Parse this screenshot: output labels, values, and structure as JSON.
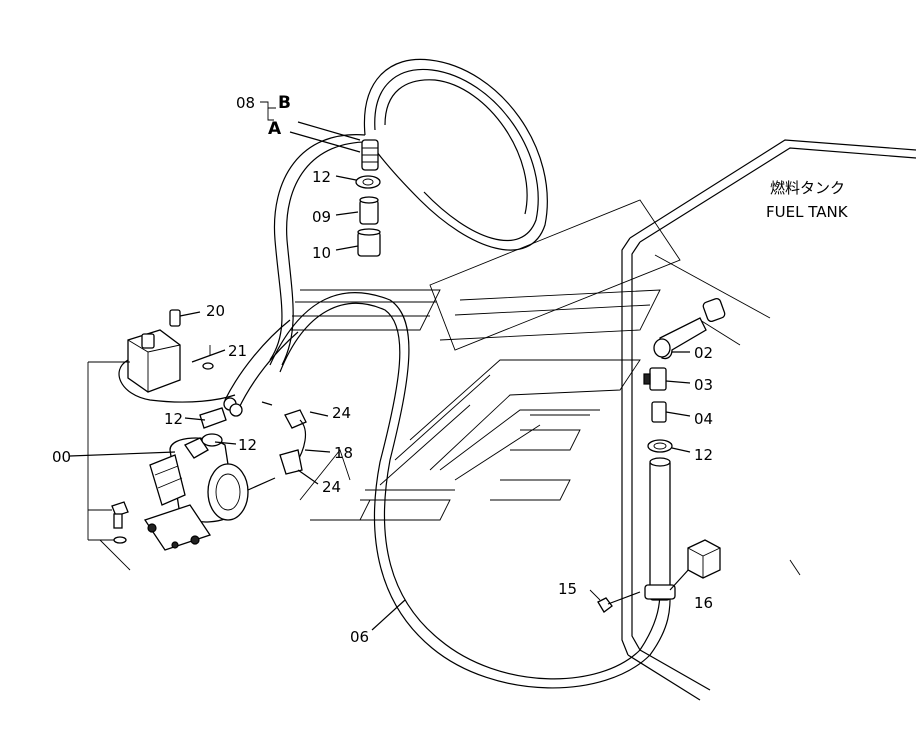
{
  "tank": {
    "label_jp": "燃料タンク",
    "label_en": "FUEL TANK"
  },
  "callouts": {
    "p08": "08",
    "pB": "B",
    "pA": "A",
    "p12a": "12",
    "p09": "09",
    "p10": "10",
    "p20": "20",
    "p21": "21",
    "p12b": "12",
    "p12c": "12",
    "p00": "00",
    "p24a": "24",
    "p18": "18",
    "p24b": "24",
    "p02": "02",
    "p03": "03",
    "p04": "04",
    "p12d": "12",
    "p15": "15",
    "p16": "16",
    "p06": "06"
  }
}
